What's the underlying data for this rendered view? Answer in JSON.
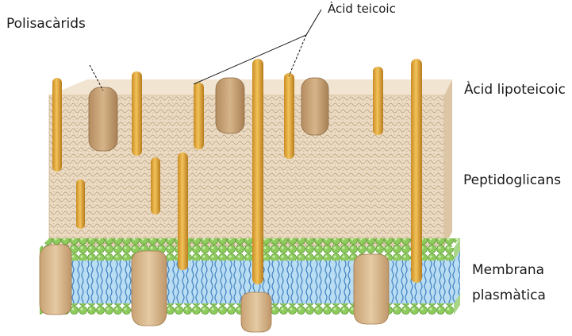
{
  "diagram": {
    "labels": {
      "polysaccharides": "Polisacàrids",
      "teichoic_acid": "Àcid teicoic",
      "lipoteichoic_acid": "Àcid lipoteicoic",
      "peptidoglycans": "Peptidoglicans",
      "membrane_line1": "Membrana",
      "membrane_line2": "plasmàtica"
    },
    "colors": {
      "peptidoglycan": "#e8d6bd",
      "peptidoglycan_mesh": "#cbb594",
      "teichoic_rod": "#e3ad3c",
      "teichoic_rod_edge": "#b07a1c",
      "polysaccharide": "#c9a47a",
      "lipid_head": "#8bc85a",
      "lipid_tail": "#4d88c4",
      "membrane_fill": "#a9d3ef",
      "protein": "#d9b88e"
    }
  }
}
